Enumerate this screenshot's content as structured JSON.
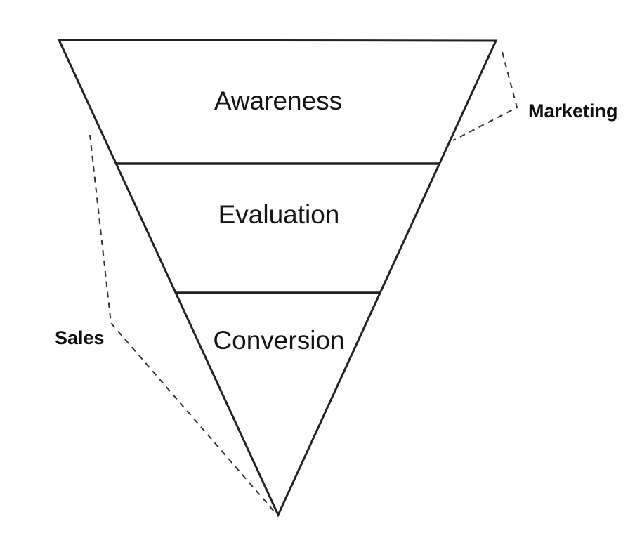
{
  "funnel": {
    "type": "funnel-diagram",
    "stages": [
      {
        "label": "Awareness"
      },
      {
        "label": "Evaluation"
      },
      {
        "label": "Conversion"
      }
    ],
    "annotations": [
      {
        "label": "Marketing",
        "side": "right",
        "points_to": "Awareness stage right edge"
      },
      {
        "label": "Sales",
        "side": "left",
        "points_to": "Evaluation and Conversion stages down to funnel apex"
      }
    ],
    "colors": {
      "background": "#ffffff",
      "outline": "#222222",
      "divider": "#1f1f1f",
      "dashed_callout": "#333333",
      "stage_text": "#141414",
      "side_text": "#0d0d0d"
    }
  }
}
